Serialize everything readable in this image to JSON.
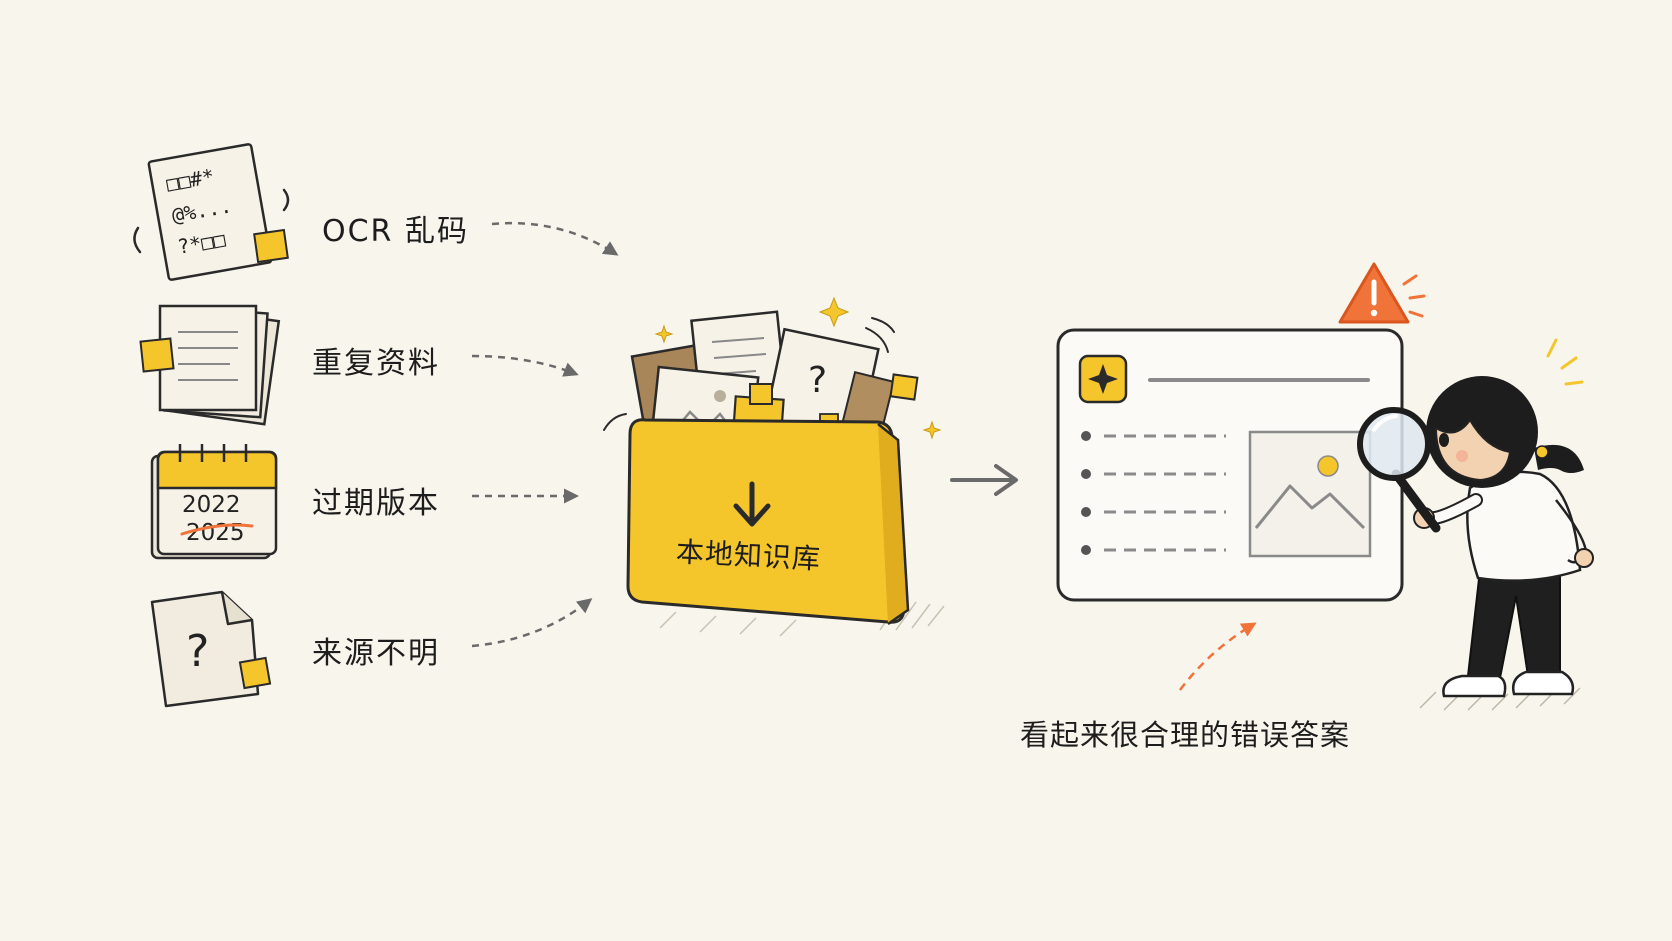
{
  "sources": [
    {
      "label": "OCR 乱码",
      "icon": "garbled-document-icon",
      "glyphs": [
        "□□#*",
        "@%...",
        "?*□□"
      ]
    },
    {
      "label": "重复资料",
      "icon": "duplicate-pages-icon"
    },
    {
      "label": "过期版本",
      "icon": "calendar-icon",
      "year_current": "2022",
      "year_struck": "2025"
    },
    {
      "label": "来源不明",
      "icon": "unknown-document-icon",
      "glyph": "?"
    }
  ],
  "knowledge_base": {
    "label": "本地知识库",
    "icon": "folder-box-icon",
    "doc_glyph": "?"
  },
  "result": {
    "caption": "看起来很合理的错误答案",
    "icons": [
      "sparkle-icon",
      "warning-triangle-icon",
      "image-placeholder-icon",
      "magnifier-icon"
    ]
  },
  "colors": {
    "accent_yellow": "#f5c62b",
    "warning_orange": "#f0733a",
    "stroke": "#2a2a2a",
    "paper": "#f6f2e7",
    "arrow_gray": "#7a7a7a"
  }
}
